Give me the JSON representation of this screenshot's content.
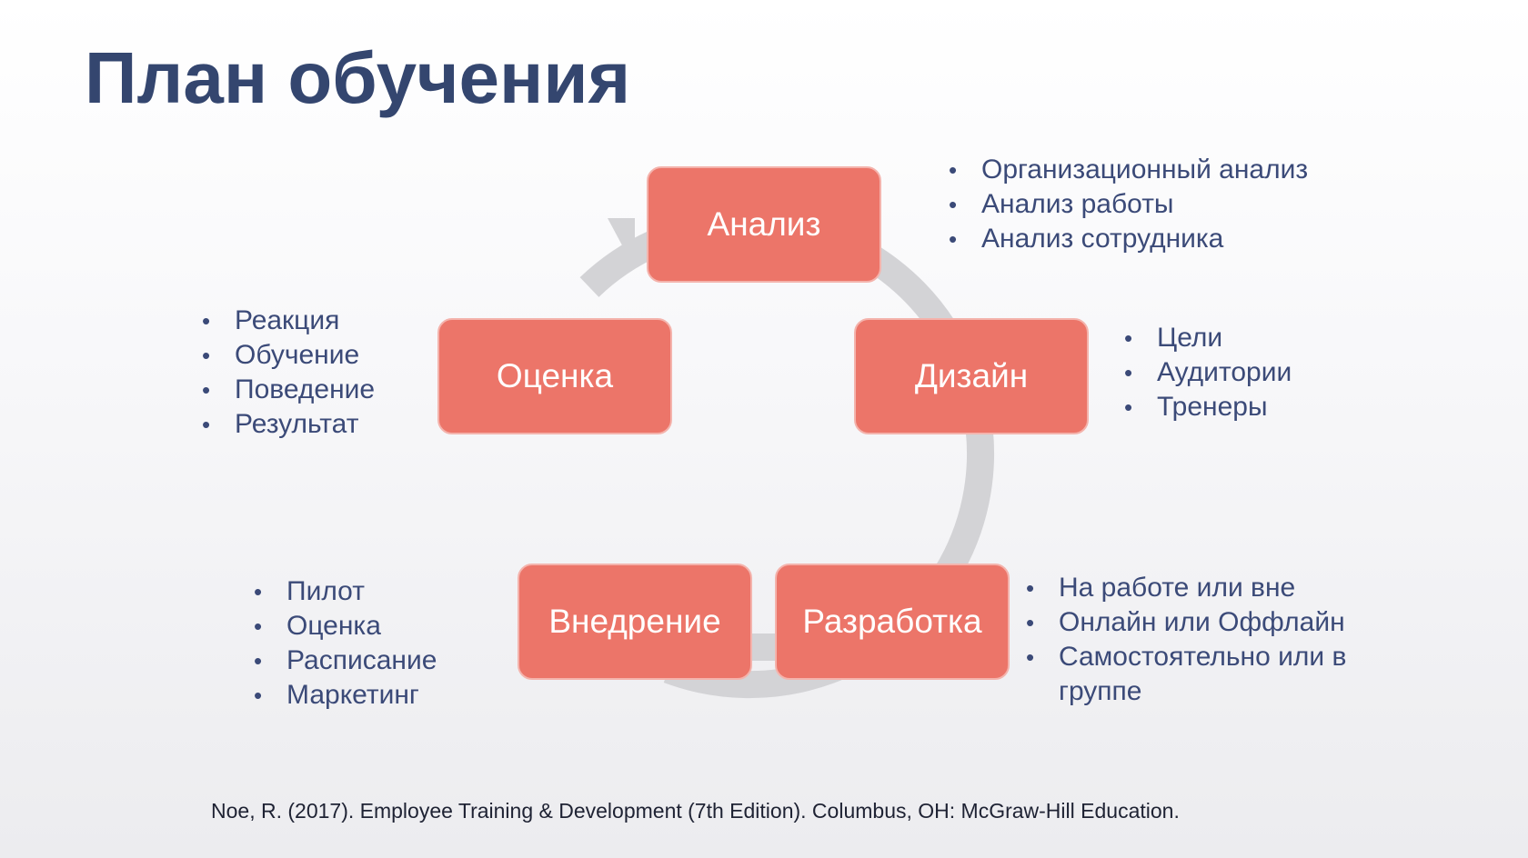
{
  "title": "План обучения",
  "colors": {
    "title": "#34466f",
    "box_fill": "#ec7569",
    "box_border": "#f4b3ac",
    "cycle_arrow": "#d3d3d6",
    "bullet_text": "#3b4a78"
  },
  "stages": {
    "analysis": {
      "label": "Анализ",
      "items": [
        "Организационный анализ",
        "Анализ работы",
        "Анализ сотрудника"
      ]
    },
    "design": {
      "label": "Дизайн",
      "items": [
        "Цели",
        "Аудитории",
        "Тренеры"
      ]
    },
    "development": {
      "label": "Разработка",
      "items": [
        "На работе или вне",
        "Онлайн или Оффлайн",
        "Самостоятельно или в группе"
      ]
    },
    "implementation": {
      "label": "Внедрение",
      "items": [
        "Пилот",
        "Оценка",
        "Расписание",
        "Маркетинг"
      ]
    },
    "evaluation": {
      "label": "Оценка",
      "items": [
        "Реакция",
        "Обучение",
        "Поведение",
        "Результат"
      ]
    }
  },
  "citation": "Noe, R. (2017). Employee Training & Development (7th Edition). Columbus, OH: McGraw-Hill Education."
}
